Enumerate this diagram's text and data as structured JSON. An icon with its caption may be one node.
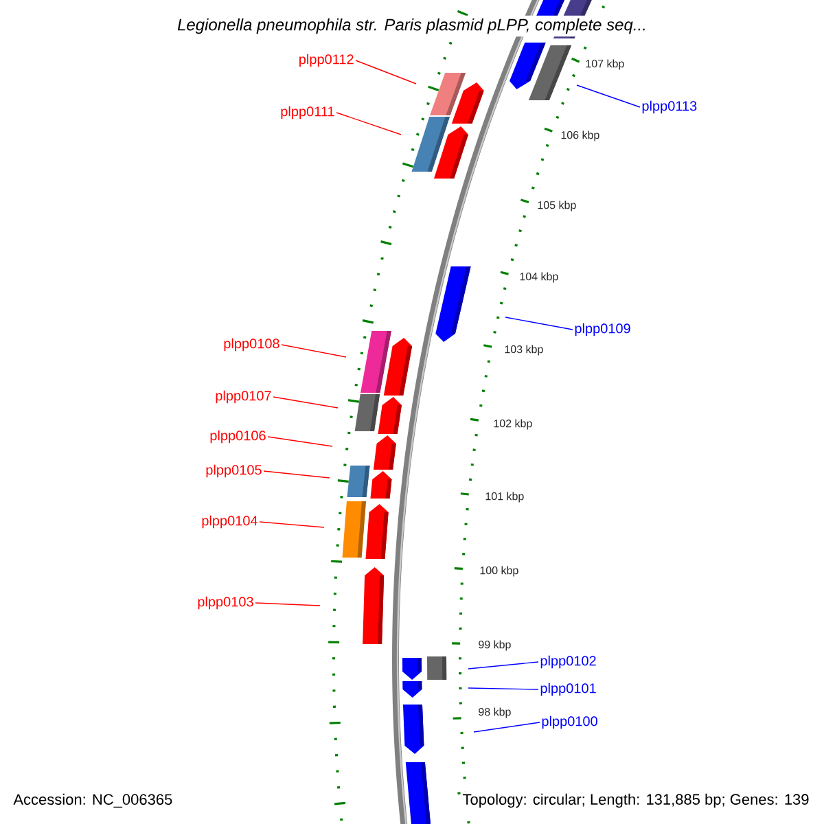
{
  "diagram": {
    "title": "Legionella pneumophila str. Paris plasmid pLPP, complete seq...",
    "nodes": [
      {
        "text": [
          "plpp0112"
        ]
      },
      {
        "text": [
          "plpp0113"
        ]
      },
      {
        "text": [
          "plpp0111"
        ]
      },
      {
        "text": [
          "plpp0109"
        ]
      },
      {
        "text": [
          "plpp0108"
        ]
      },
      {
        "text": [
          "plpp0107"
        ]
      },
      {
        "text": [
          "plpp0106"
        ]
      },
      {
        "text": [
          "plpp0105"
        ]
      },
      {
        "text": [
          "plpp0104"
        ]
      },
      {
        "text": [
          "plpp0103"
        ]
      },
      {
        "text": [
          "plpp0102"
        ]
      },
      {
        "text": [
          "plpp0101"
        ]
      },
      {
        "text": [
          "plpp0100"
        ]
      }
    ],
    "edges": [
      {
        "from": 0,
        "to": null,
        "arrow": "none"
      },
      {
        "from": 1,
        "to": null,
        "arrow": "none",
        "color": "#0000ff"
      },
      {
        "from": 2,
        "to": null,
        "arrow": "none"
      },
      {
        "from": 3,
        "to": null,
        "arrow": "none",
        "color": "#0000ff"
      },
      {
        "from": 4,
        "to": null,
        "arrow": "none"
      },
      {
        "from": 5,
        "to": null,
        "arrow": "none"
      },
      {
        "from": 6,
        "to": null,
        "arrow": "none"
      },
      {
        "from": 7,
        "to": null,
        "arrow": "none"
      },
      {
        "from": 8,
        "to": null,
        "arrow": "none"
      },
      {
        "from": 9,
        "to": null,
        "arrow": "none"
      },
      {
        "from": 10,
        "to": null,
        "arrow": "none",
        "color": "#0000ff"
      },
      {
        "from": 11,
        "to": null,
        "arrow": "none",
        "color": "#0000ff"
      },
      {
        "from": 12,
        "to": null,
        "arrow": "none",
        "color": "#0000ff"
      }
    ],
    "labels": [
      "107 kbp",
      "106 kbp",
      "105 kbp",
      "104 kbp",
      "103 kbp",
      "102 kbp",
      "101 kbp",
      "100 kbp",
      "99 kbp",
      "98 kbp",
      "Accession: NC_006365",
      "Topology: circular; Length: 131,885 bp; Genes: 139"
    ]
  }
}
